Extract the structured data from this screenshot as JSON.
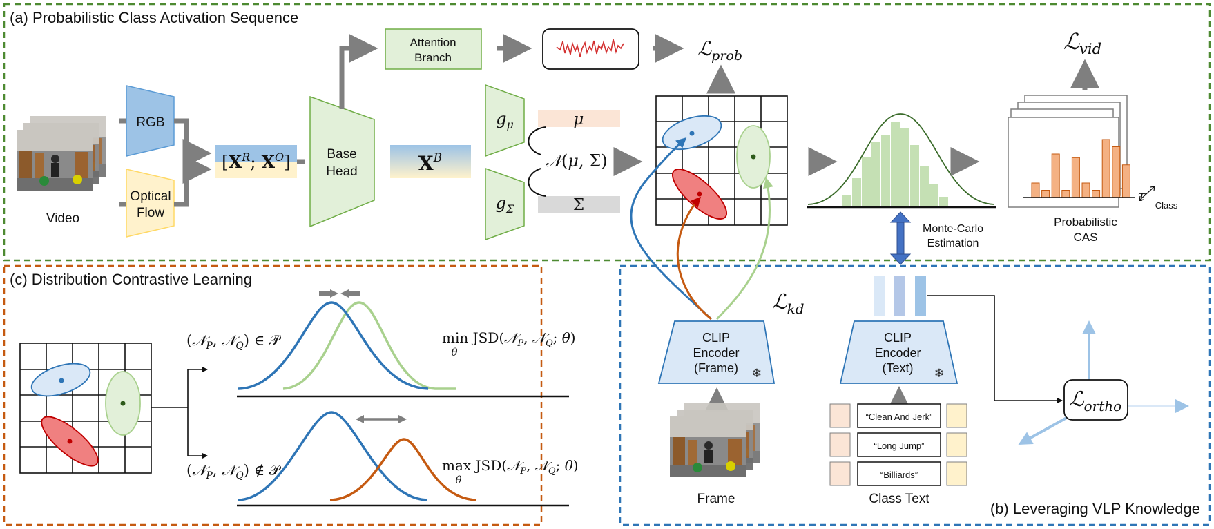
{
  "panels": {
    "a_title": "(a) Probabilistic Class Activation Sequence",
    "b_title": "(b) Leveraging VLP Knowledge",
    "c_title": "(c) Distribution Contrastive Learning"
  },
  "a": {
    "video": "Video",
    "rgb": "RGB",
    "optical_flow": [
      "Optical",
      "Flow"
    ],
    "concat_feat": "[X^R; X^O]",
    "base_head": [
      "Base",
      "Head"
    ],
    "xb": "X^B",
    "attention": [
      "Attention",
      "Branch"
    ],
    "g_mu": "g_μ",
    "g_sigma": "g_Σ",
    "mu": "μ",
    "sigma": "Σ",
    "normal": "𝒩(μ, Σ)",
    "l_prob": "ℒ_prob",
    "l_vid": "ℒ_vid",
    "prob_cas": [
      "Probabilistic",
      "CAS"
    ],
    "t_axis": "T",
    "class_axis": "Class",
    "monte_carlo": [
      "Monte-Carlo",
      "Estimation"
    ]
  },
  "b": {
    "l_kd": "ℒ_kd",
    "clip_frame": [
      "CLIP",
      "Encoder",
      "(Frame)"
    ],
    "clip_text": [
      "CLIP",
      "Encoder",
      "(Text)"
    ],
    "frame": "Frame",
    "class_text": "Class Text",
    "prompts": [
      "“Clean And Jerk”",
      "“Long Jump”",
      "“Billiards”"
    ],
    "l_ortho": "ℒ_ortho"
  },
  "c": {
    "pos_pair": "(𝒩_P, 𝒩_Q) ∈ 𝒫",
    "neg_pair": "(𝒩_P, 𝒩_Q) ∉ 𝒫",
    "min_obj": "min JSD(𝒩_P, 𝒩_Q; θ)",
    "max_obj": "max JSD(𝒩_P, 𝒩_Q; θ)",
    "theta": "θ"
  },
  "colors": {
    "green_border": "#4e8a32",
    "orange_border": "#c55a11",
    "blue_border": "#2e75b6",
    "rgb_fill": "#9dc3e6",
    "flow_fill": "#fff2cc",
    "head_fill": "#e2f0d9",
    "head_stroke": "#70ad47",
    "clip_fill": "#dae8f7",
    "blue_curve": "#2e75b6",
    "green_curve": "#a9d18e",
    "red_curve": "#c00000",
    "bar_orange": "#f4b183"
  },
  "chart_data": {
    "type": "bar",
    "values": [
      2,
      1,
      6,
      1,
      5.5,
      2,
      1,
      8,
      7,
      4.5
    ]
  }
}
